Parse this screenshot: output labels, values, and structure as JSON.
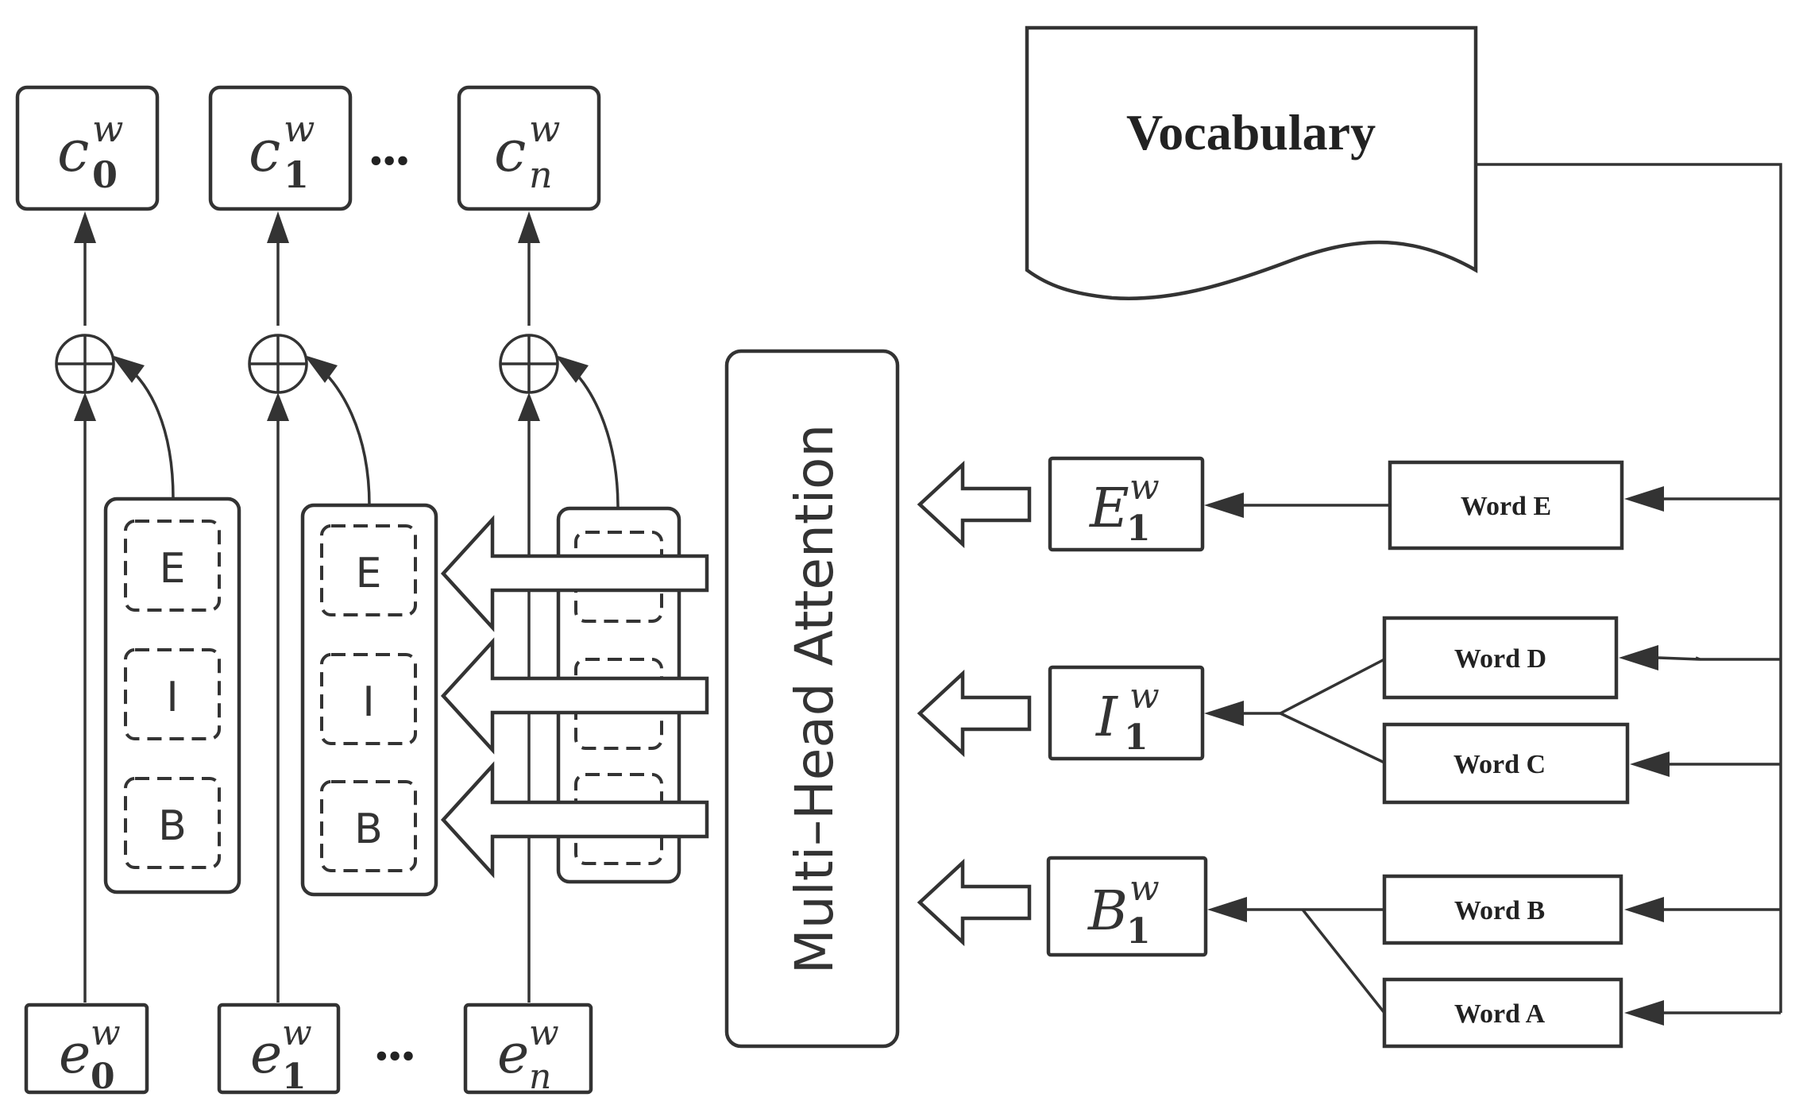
{
  "outputs": [
    {
      "base": "c",
      "sup": "w",
      "sub": "0"
    },
    {
      "base": "c",
      "sup": "w",
      "sub": "1"
    },
    {
      "base": "c",
      "sup": "w",
      "sub": "n"
    }
  ],
  "inputs": [
    {
      "base": "e",
      "sup": "w",
      "sub": "0"
    },
    {
      "base": "e",
      "sup": "w",
      "sub": "1"
    },
    {
      "base": "e",
      "sup": "w",
      "sub": "n"
    }
  ],
  "ellipsis": "•••",
  "tag_labels": [
    "E",
    "I",
    "B"
  ],
  "attention_label": "Multi–Head Attention",
  "vocabulary_label": "Vocabulary",
  "set_embeddings": [
    {
      "base": "E",
      "sup": "w",
      "sub": "1"
    },
    {
      "base": "I",
      "sup": "w",
      "sub": "1"
    },
    {
      "base": "B",
      "sup": "w",
      "sub": "1"
    }
  ],
  "words": {
    "e": "Word E",
    "d": "Word D",
    "c": "Word C",
    "b": "Word B",
    "a": "Word A"
  },
  "colors": {
    "stroke": "#333333",
    "background": "#ffffff"
  }
}
